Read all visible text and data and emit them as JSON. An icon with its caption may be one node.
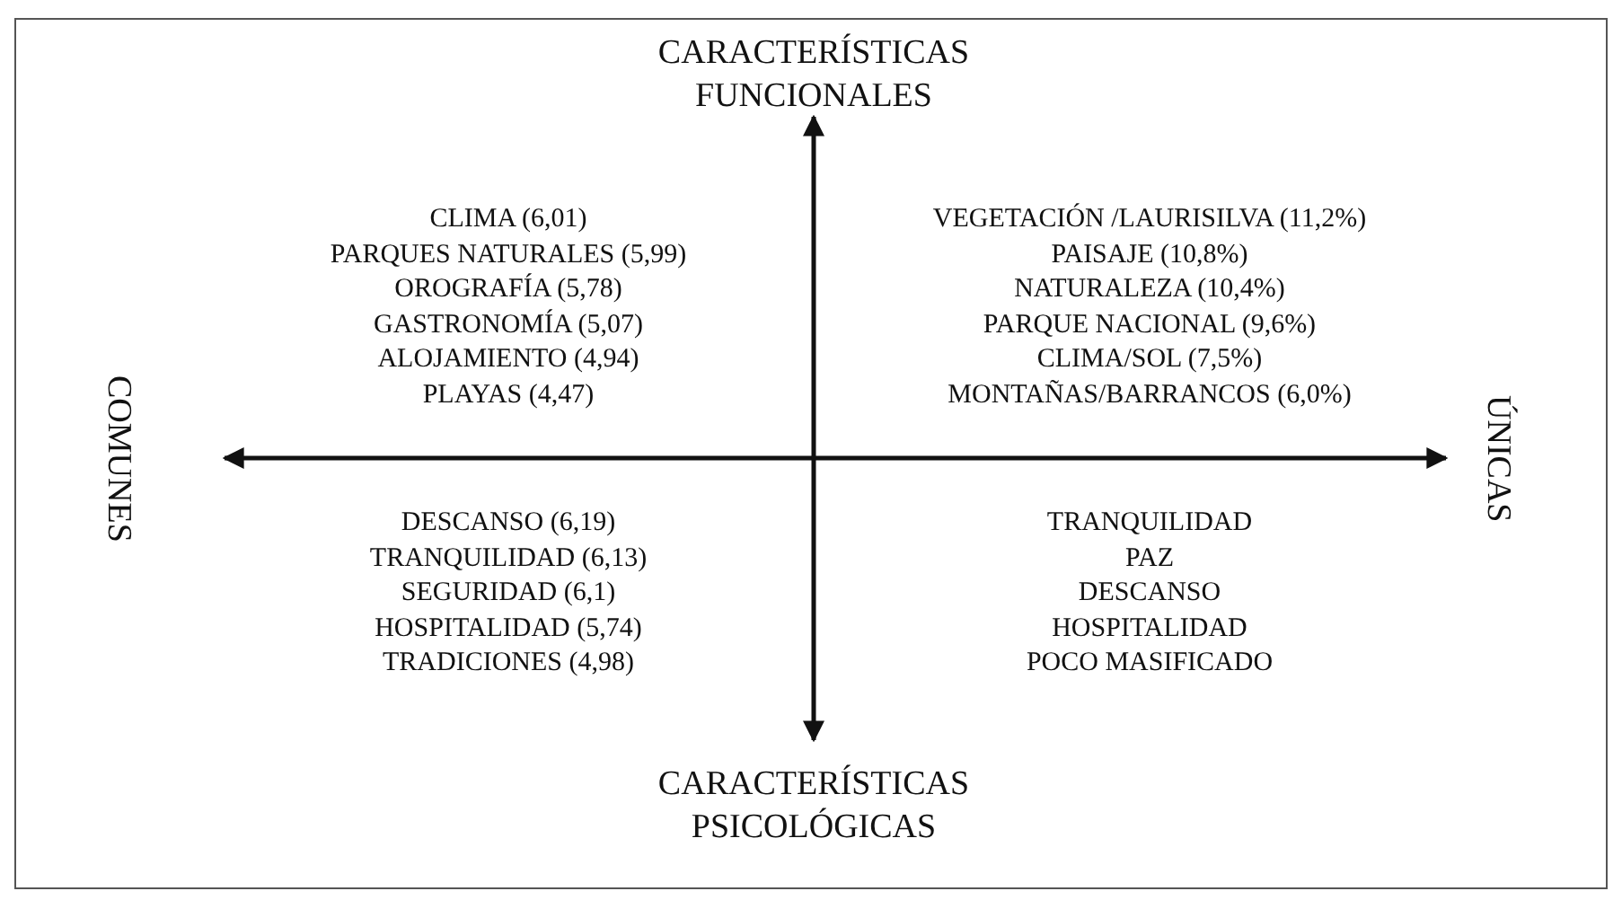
{
  "diagram": {
    "labels": [
      "CARACTERÍSTICAS FUNCIONALES",
      "CLIMA (6,01)",
      "PARQUES NATURALES (5,99)",
      "OROGRAFÍA (5,78)",
      "GASTRONOMÍA (5,07)",
      "ALOJAMIENTO (4,94)",
      "PLAYAS (4,47)",
      "VEGETACIÓN /LAURISILVA (11,2%)",
      "PAISAJE (10,8%)",
      "NATURALEZA (10,4%)",
      "PARQUE NACIONAL (9,6%)",
      "CLIMA/SOL (7,5%)",
      "MONTAÑAS/BARRANCOS (6,0%)",
      "COMUNES",
      "ÚNICAS",
      "DESCANSO (6,19)",
      "TRANQUILIDAD (6,13)",
      "SEGURIDAD (6,1)",
      "HOSPITALIDAD (5,74)",
      "TRADICIONES (4,98)",
      "TRANQUILIDAD",
      "PAZ",
      "DESCANSO",
      "HOSPITALIDAD",
      "POCO MASIFICADO",
      "CARACTERÍSTICAS PSICOLÓGICAS"
    ]
  }
}
